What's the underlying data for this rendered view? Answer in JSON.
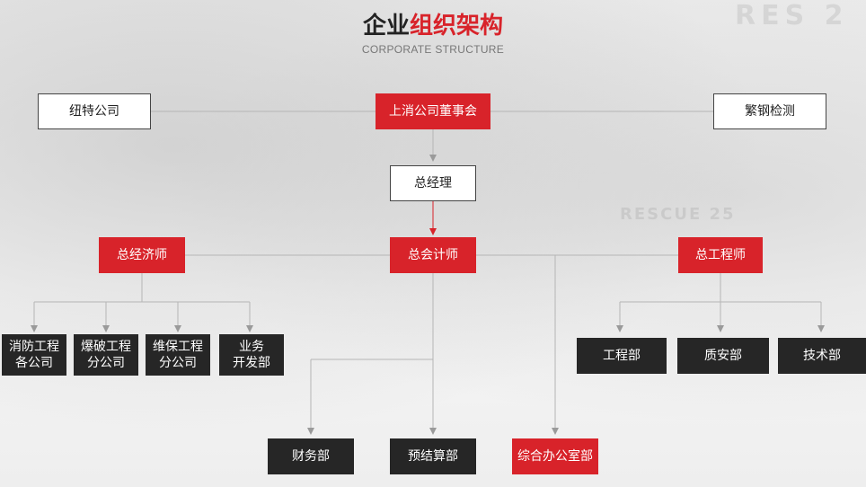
{
  "header": {
    "title_black": "企业",
    "title_red": "组织架构",
    "subtitle": "CORPORATE STRUCTURE"
  },
  "background_text": {
    "truck_number": "RES 2",
    "truck_label": "RESCUE 25"
  },
  "nodes": {
    "board": "上消公司董事会",
    "left_company": "纽特公司",
    "right_company": "繁钢检测",
    "general_manager": "总经理",
    "chief_economist": "总经济师",
    "chief_accountant": "总会计师",
    "chief_engineer": "总工程师",
    "fire_eng": "消防工程\n各公司",
    "blasting": "爆破工程\n分公司",
    "maintenance": "维保工程\n分公司",
    "business_dev": "业务\n开发部",
    "finance": "财务部",
    "budget": "预结算部",
    "admin_office": "综合办公室部",
    "engineering": "工程部",
    "quality_safety": "质安部",
    "technology": "技术部"
  },
  "colors": {
    "accent_red": "#d8232a",
    "dark_box": "#262626",
    "line_gray": "#9a9a9a"
  }
}
